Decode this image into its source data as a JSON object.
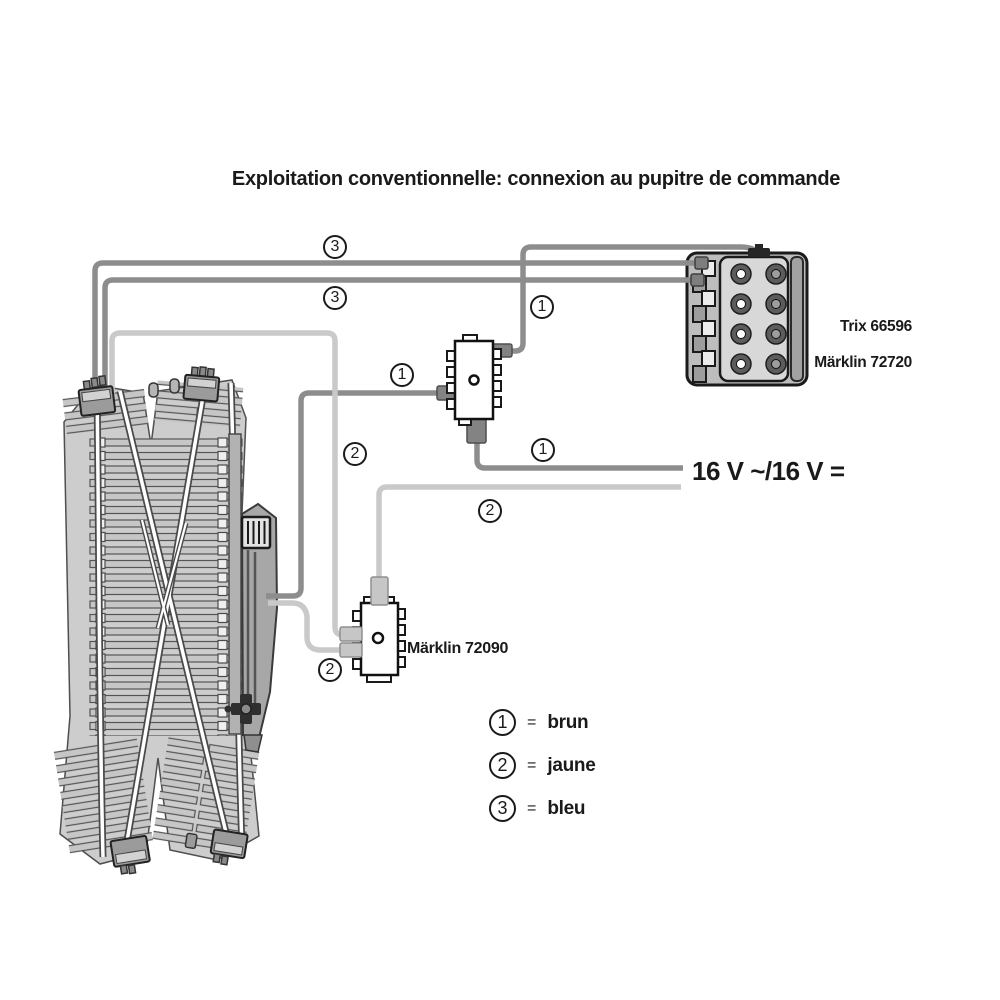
{
  "title": "Exploitation conventionnelle: connexion au pupitre de commande",
  "control_panel": {
    "label_line1": "Trix 66596",
    "label_line2": "Märklin 72720"
  },
  "decoder": {
    "label": "Märklin 72090"
  },
  "power_label": "16 V ~/16 V =",
  "callouts": {
    "blue_top": "3",
    "blue_mid": "3",
    "brown_to_panel": "1",
    "brown_from_track": "1",
    "brown_to_power": "1",
    "yellow_from_track": "2",
    "yellow_to_power": "2",
    "yellow_at_decoder": "2"
  },
  "legend": {
    "items": [
      {
        "num": "1",
        "equals": "=",
        "name": "brun"
      },
      {
        "num": "2",
        "equals": "=",
        "name": "jaune"
      },
      {
        "num": "3",
        "equals": "=",
        "name": "bleu"
      }
    ]
  },
  "colors": {
    "wire_dark": "#8d8d8d",
    "wire_light": "#c9c9c9",
    "ink": "#1a1a1a"
  }
}
